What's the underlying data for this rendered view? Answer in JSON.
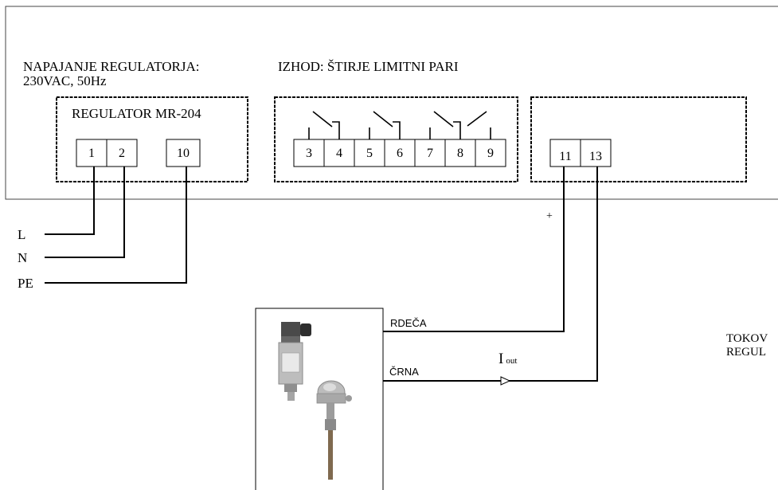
{
  "power": {
    "title": "NAPAJANJE REGULATORJA:",
    "spec": "230VAC, 50Hz"
  },
  "output": {
    "title": "IZHOD: ŠTIRJE LIMITNI PARI"
  },
  "regulator": {
    "label": "REGULATOR  MR-204",
    "terminals": [
      "1",
      "2",
      "10"
    ]
  },
  "relays": {
    "terminals": [
      "3",
      "4",
      "5",
      "6",
      "7",
      "8",
      "9"
    ]
  },
  "input_block": {
    "terminals": [
      "11",
      "13"
    ],
    "plus": "+"
  },
  "supply_lines": [
    "L",
    "N",
    "PE"
  ],
  "sensor_wires": {
    "red": "RDEČA",
    "black": "ČRNA"
  },
  "current": {
    "symbol": "I",
    "subscript": "out"
  },
  "side_note": {
    "line1": "TOKOV",
    "line2": "REGUL"
  },
  "colors": {
    "line": "#000000",
    "panel_border": "#444444",
    "background": "#ffffff",
    "sensor_metal": "#9a9a9a"
  }
}
